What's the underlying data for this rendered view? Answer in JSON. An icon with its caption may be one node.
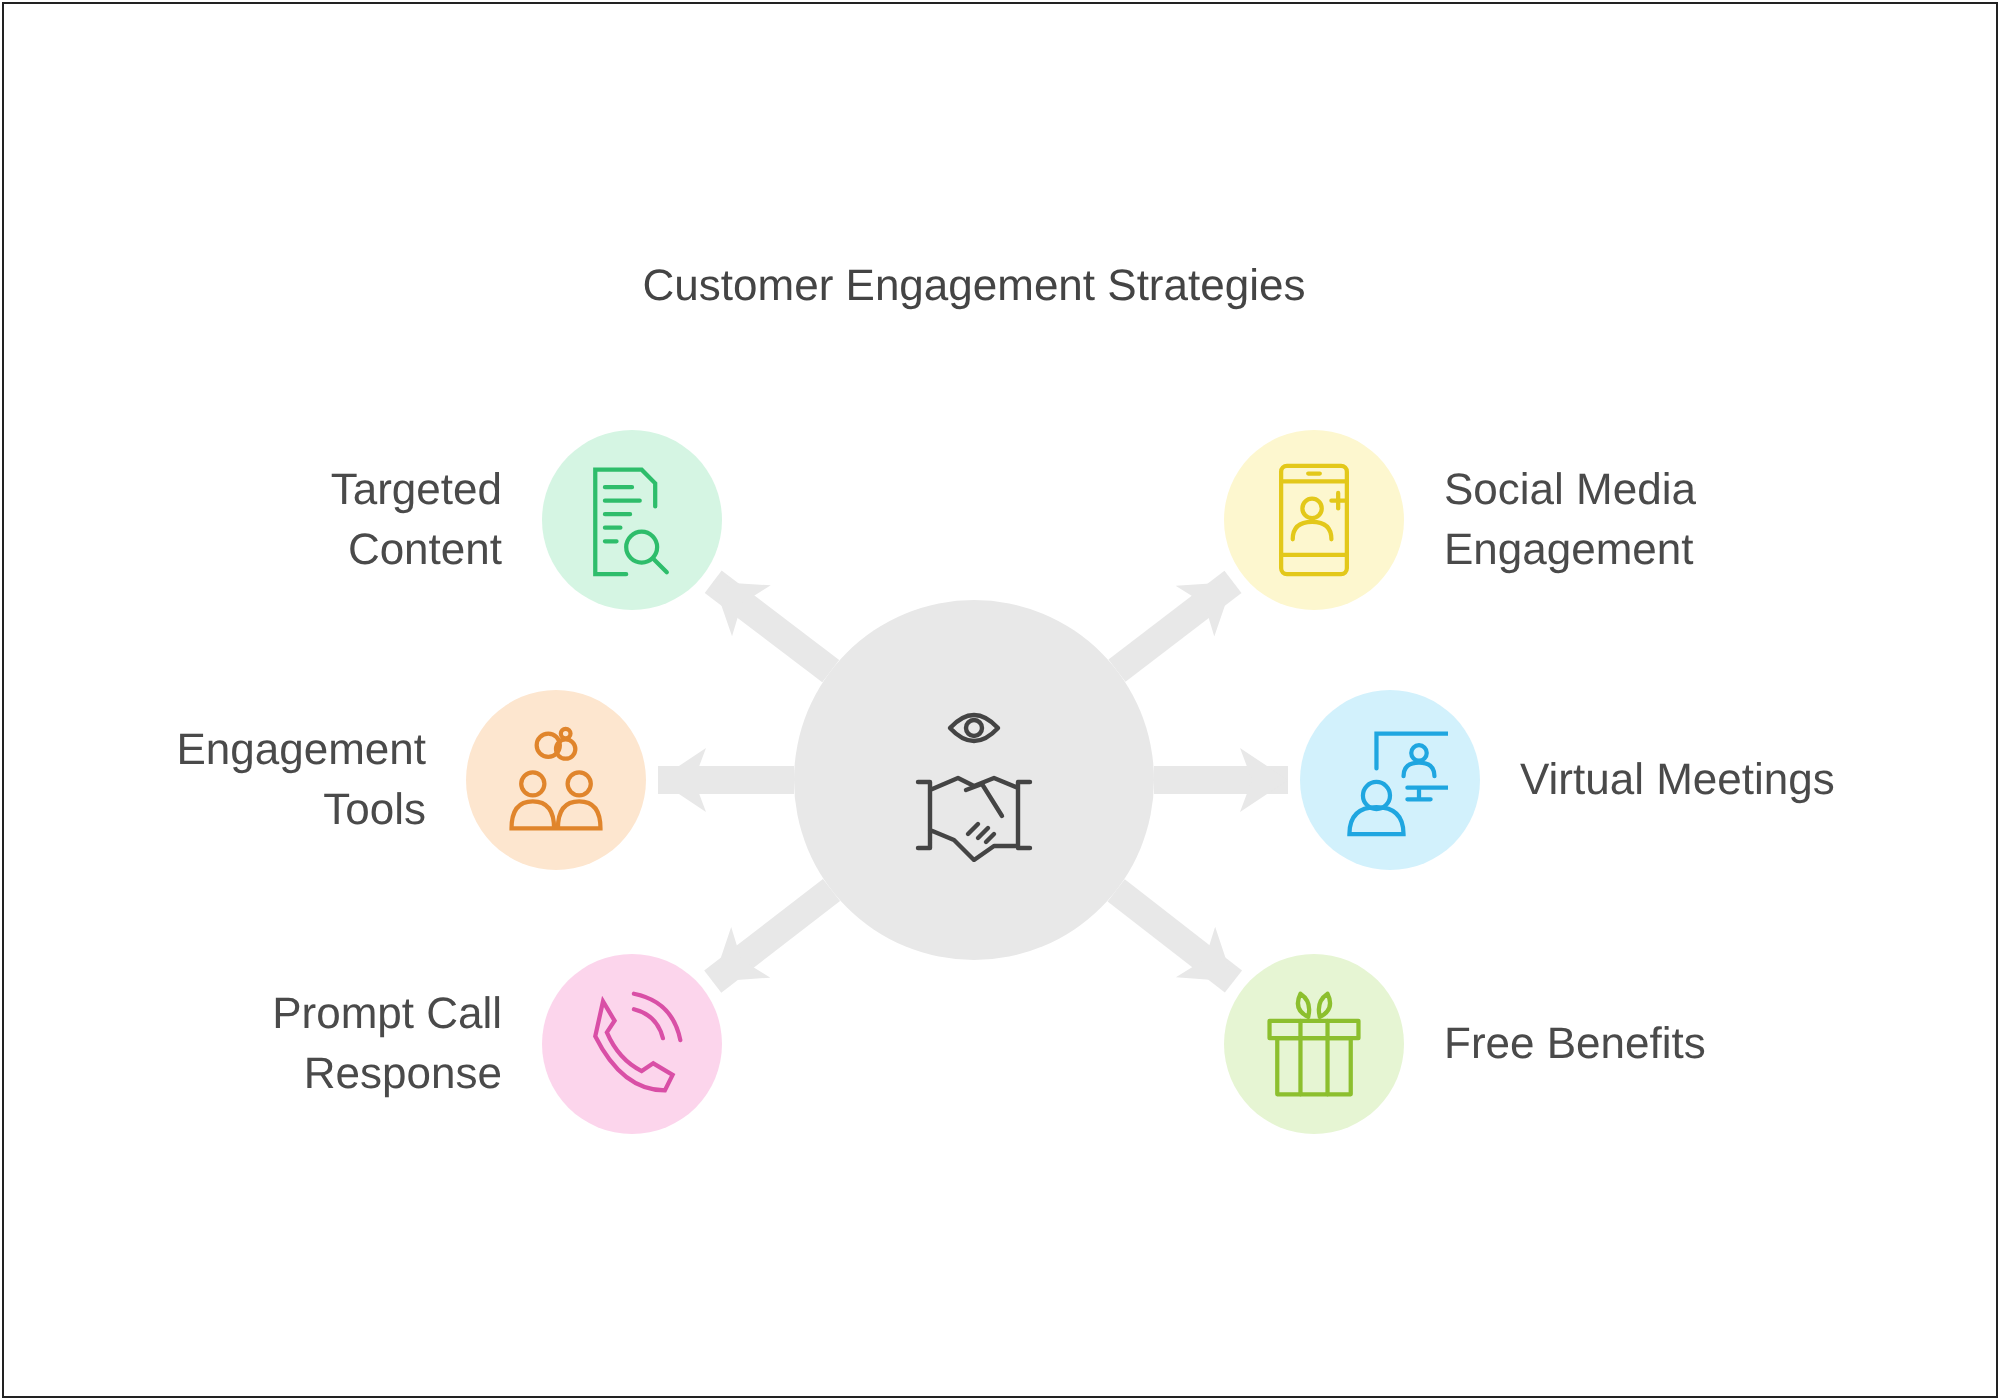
{
  "diagram": {
    "title": "Customer Engagement Strategies",
    "nodes": [
      {
        "text": [],
        "shape": "circle"
      },
      {
        "text": [
          "Targeted Content"
        ]
      },
      {
        "text": [
          "Engagement Tools"
        ]
      },
      {
        "text": [
          "Prompt Call Response"
        ]
      },
      {
        "text": [
          "Social Media Engagement"
        ]
      },
      {
        "text": [
          "Virtual Meetings"
        ]
      },
      {
        "text": [
          "Free Benefits"
        ]
      }
    ],
    "edges": [
      {
        "from": 0,
        "to": 1,
        "arrow": "to"
      },
      {
        "from": 0,
        "to": 2,
        "arrow": "to"
      },
      {
        "from": 0,
        "to": 3,
        "arrow": "to"
      },
      {
        "from": 0,
        "to": 4,
        "arrow": "to"
      },
      {
        "from": 0,
        "to": 5,
        "arrow": "to"
      },
      {
        "from": 0,
        "to": 6,
        "arrow": "to"
      }
    ]
  }
}
